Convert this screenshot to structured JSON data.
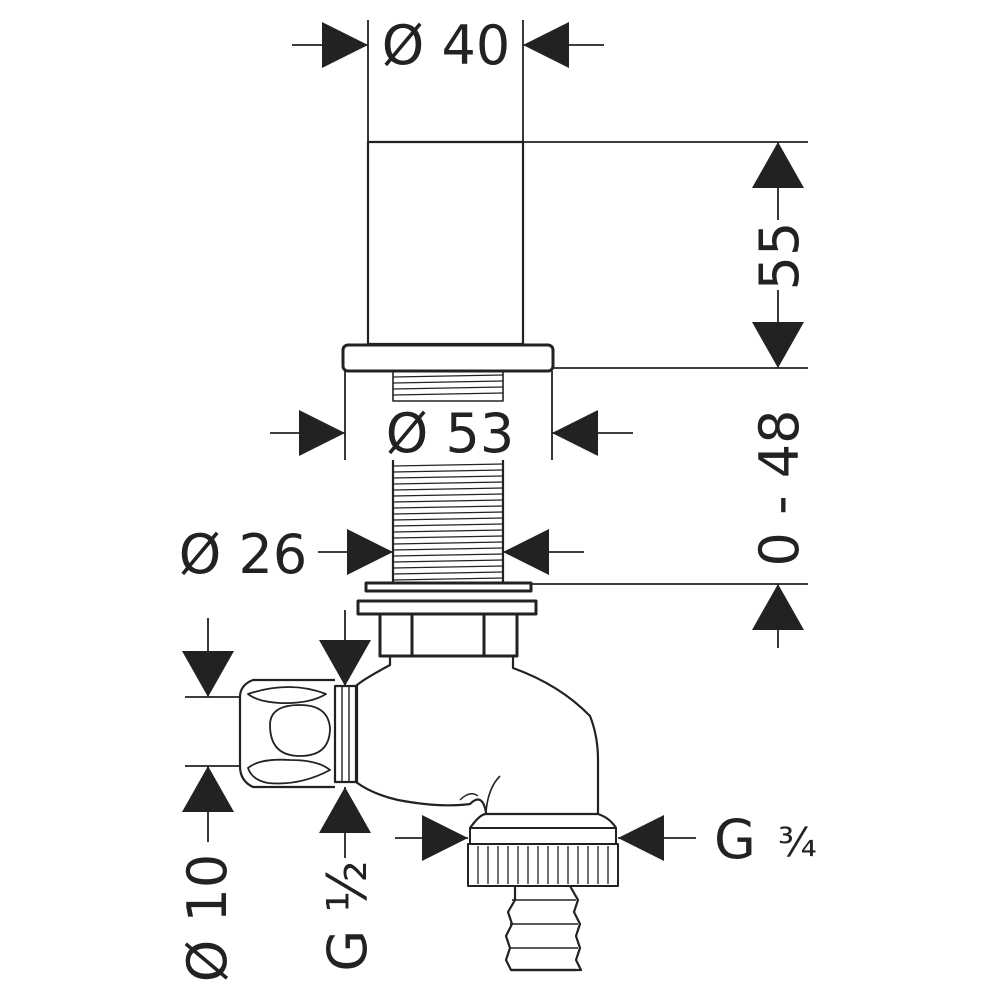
{
  "colors": {
    "ink": "#222222",
    "background": "#ffffff"
  },
  "dimensions": {
    "top_diameter": "Ø 40",
    "height": "55",
    "flange_diameter": "Ø 53",
    "thread_diameter": "Ø 26",
    "adjust_range": "0 - 48",
    "hose_diameter": "Ø 10",
    "inlet_thread": "G ½",
    "outlet_thread": "G",
    "outlet_thread_fraction": "¾"
  }
}
